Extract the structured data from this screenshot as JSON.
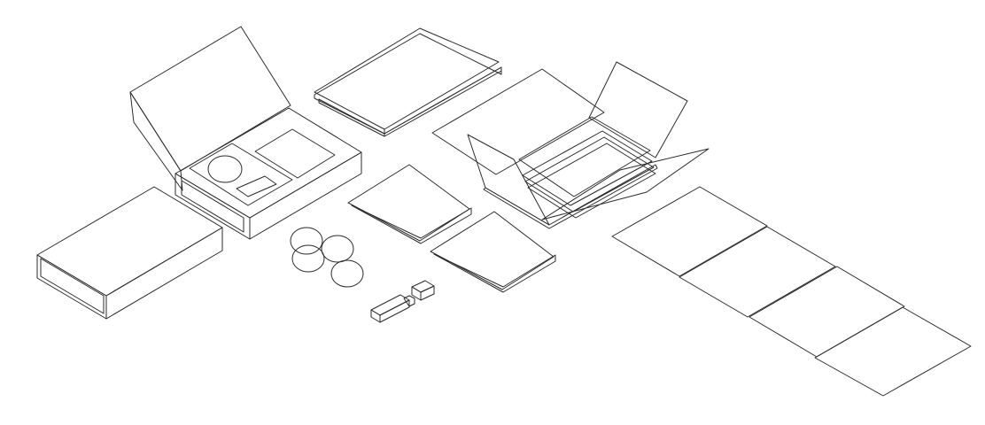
{
  "colors": {
    "background": "#ffffff",
    "line": "#2b2b2b",
    "face_light": "#f2f2f2",
    "face_white": "#f8f8f8",
    "face_mid": "#d9d9d9",
    "face_dark": "#a9a9a9",
    "face_shadow": "#bdbdbd"
  },
  "objects": [
    "open-presentation-box",
    "closed-presentation-box",
    "folded-brochure",
    "open-folder-with-sheets",
    "folded-card-1",
    "folded-card-2",
    "round-discs",
    "usb-stick",
    "usb-cap",
    "loose-sheets"
  ]
}
